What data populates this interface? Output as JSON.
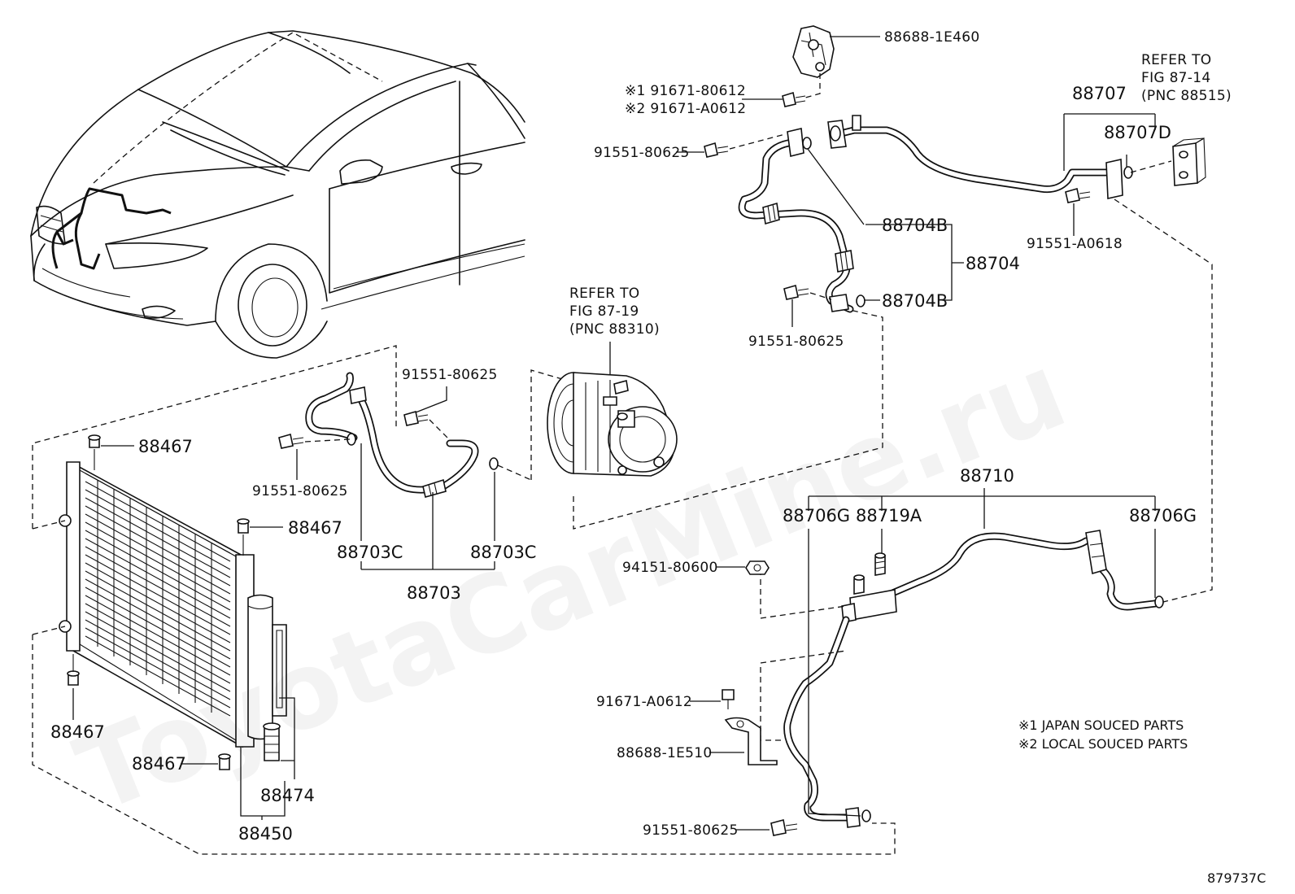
{
  "watermark": "ToyotaCarMine.ru",
  "diagram_id": "879737C",
  "notes": [
    "※1 JAPAN SOUCED PARTS",
    "※2 LOCAL SOUCED PARTS"
  ],
  "references": {
    "fig_87_14": [
      "REFER TO",
      "FIG 87-14",
      "(PNC 88515)"
    ],
    "fig_87_19": [
      "REFER TO",
      "FIG 87-19",
      "(PNC 88310)"
    ]
  },
  "labels": {
    "p_88688_1e460": "88688-1E460",
    "p_91671_80612": "※1 91671-80612",
    "p_91671_a0612_local": "※2 91671-A0612",
    "p_91551_80625_top": "91551-80625",
    "p_88707": "88707",
    "p_88707d": "88707D",
    "p_91551_a0618": "91551-A0618",
    "p_88704b_upper": "88704B",
    "p_88704": "88704",
    "p_88704b_lower": "88704B",
    "p_91551_80625_mid": "91551-80625",
    "p_91551_80625_comp": "91551-80625",
    "p_91551_80625_left": "91551-80625",
    "p_88703c_left": "88703C",
    "p_88703c_right": "88703C",
    "p_88703": "88703",
    "p_88467_top": "88467",
    "p_88467_mid": "88467",
    "p_88467_left": "88467",
    "p_88467_bottom": "88467",
    "p_88474": "88474",
    "p_88450": "88450",
    "p_88710": "88710",
    "p_88706g_left": "88706G",
    "p_88719a": "88719A",
    "p_88706g_right": "88706G",
    "p_94151_80600": "94151-80600",
    "p_91671_a0612": "91671-A0612",
    "p_88688_1e510": "88688-1E510",
    "p_91551_80625_bottom": "91551-80625"
  }
}
